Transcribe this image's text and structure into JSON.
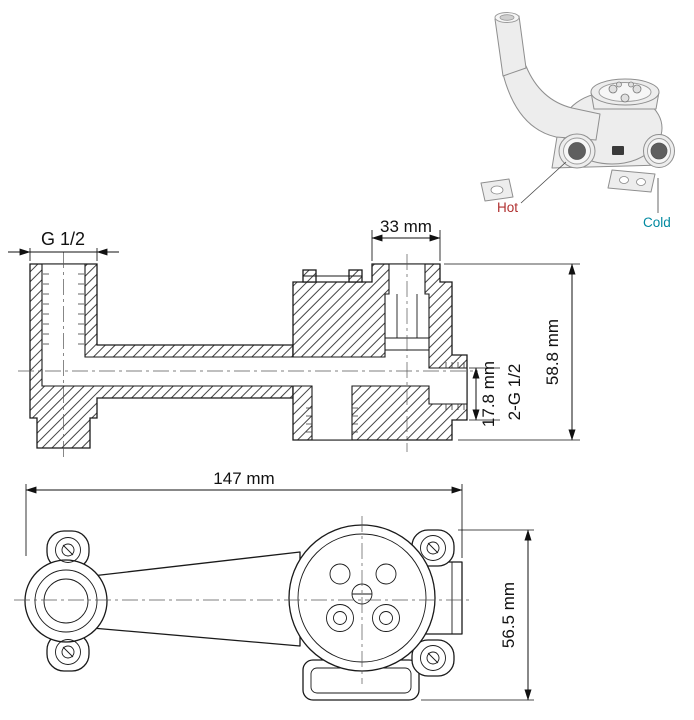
{
  "perspective": {
    "hot_label": "Hot",
    "cold_label": "Cold",
    "hot_color": "#b03030",
    "cold_color": "#0089a0"
  },
  "section": {
    "thread_label": "G 1/2",
    "top_width": "33 mm",
    "overall_height": "58.8 mm",
    "side_port_height": "17.8 mm",
    "ports_thread": "2-G 1/2"
  },
  "plan": {
    "overall_length": "147 mm",
    "overall_depth": "56.5 mm"
  }
}
